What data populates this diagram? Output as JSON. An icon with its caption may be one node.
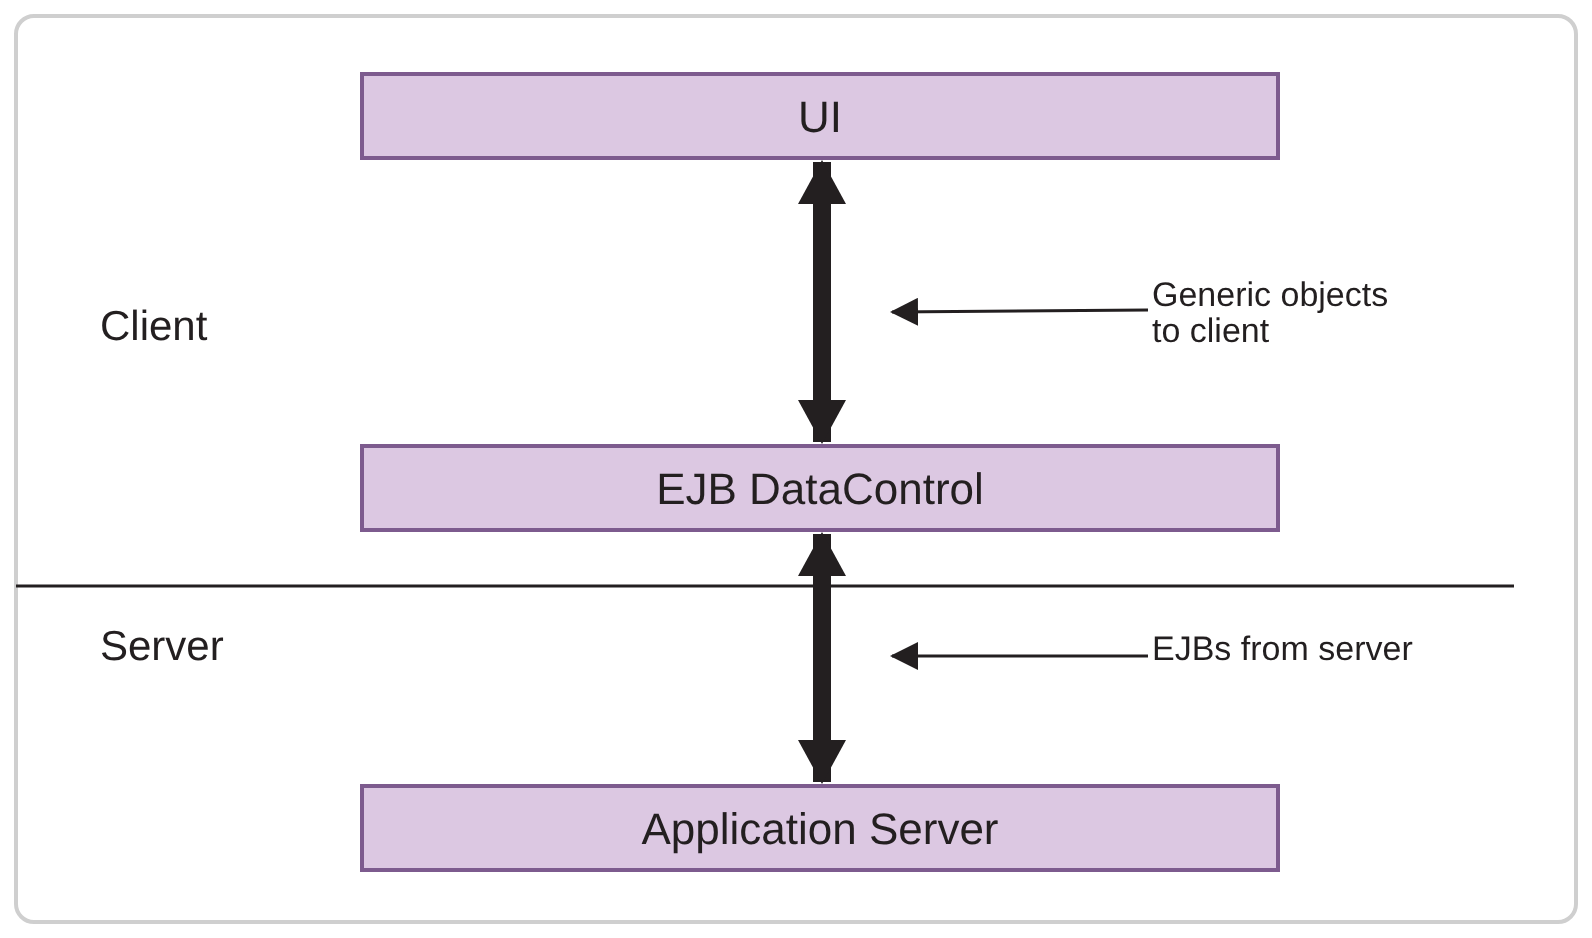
{
  "diagram": {
    "nodes": [
      {
        "text": [
          "UI"
        ]
      },
      {
        "text": [
          "EJB DataControl"
        ]
      },
      {
        "text": [
          "Application Server"
        ]
      },
      {
        "text": [
          "Generic objects to client"
        ]
      },
      {
        "text": [
          "EJBs from server"
        ]
      }
    ],
    "edges": [
      {
        "from": 0,
        "to": 1,
        "arrow": "both",
        "style": "thick"
      },
      {
        "from": 1,
        "to": 2,
        "arrow": "both",
        "style": "thick"
      },
      {
        "from": 3,
        "to": null,
        "arrow": "to"
      },
      {
        "from": 4,
        "to": null,
        "arrow": "to"
      }
    ],
    "labels": [
      "Client",
      "Server"
    ]
  }
}
